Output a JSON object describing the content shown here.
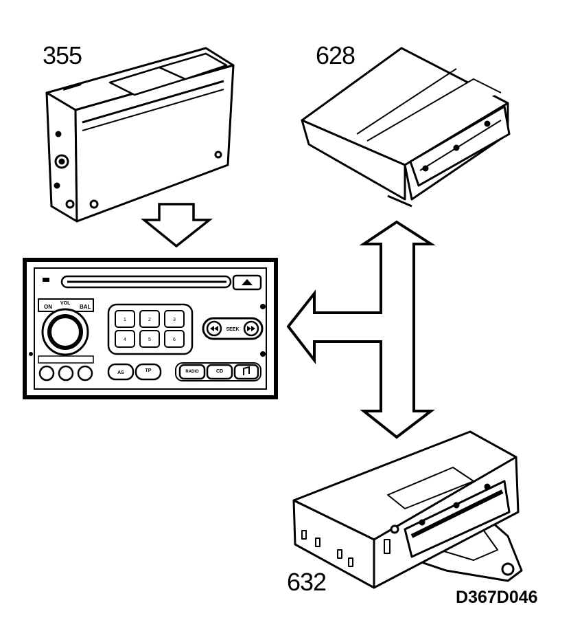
{
  "labels": {
    "unit_355": "355",
    "unit_628": "628",
    "unit_632": "632",
    "figure_code": "D367D046"
  },
  "radio_panel": {
    "power_label": "ON",
    "vol_label": "VOL",
    "bal_label": "BAL",
    "preset_buttons": [
      "1",
      "2",
      "3",
      "4",
      "5",
      "6"
    ],
    "seek_label": "SEEK",
    "as_label": "AS",
    "tp_label": "TP",
    "radio_label": "RADIO",
    "cd_label": "CD"
  },
  "colors": {
    "line": "#000000",
    "background": "#ffffff"
  }
}
